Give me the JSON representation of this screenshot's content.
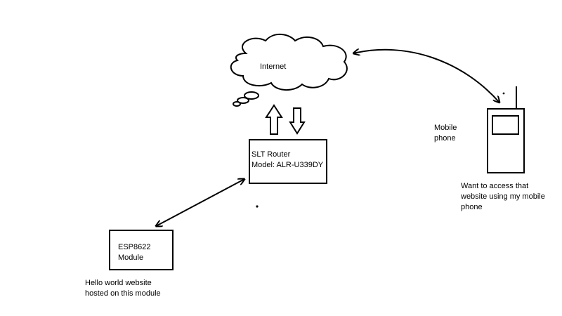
{
  "diagram": {
    "nodes": {
      "internet": {
        "lines": [
          "Internet"
        ]
      },
      "router": {
        "lines": [
          "SLT Router",
          "Model: ALR-U339DY"
        ]
      },
      "esp": {
        "lines": [
          "ESP8622",
          "Module"
        ]
      },
      "phone": {
        "lines": [
          "Mobile",
          "phone"
        ]
      }
    },
    "annotations": {
      "esp_note": {
        "lines": [
          "Hello world website",
          "hosted on this module"
        ]
      },
      "phone_note": {
        "lines": [
          "Want to access that",
          "website using my mobile",
          "phone"
        ]
      }
    },
    "connections": [
      {
        "from": "esp",
        "to": "router",
        "style": "double-headed-arrow"
      },
      {
        "from": "router",
        "to": "internet",
        "style": "up-block-arrow"
      },
      {
        "from": "internet",
        "to": "router",
        "style": "down-block-arrow"
      },
      {
        "from": "internet",
        "to": "phone",
        "style": "double-headed-curved-arrow"
      }
    ],
    "colors": {
      "stroke": "#000000",
      "background": "#ffffff"
    }
  }
}
